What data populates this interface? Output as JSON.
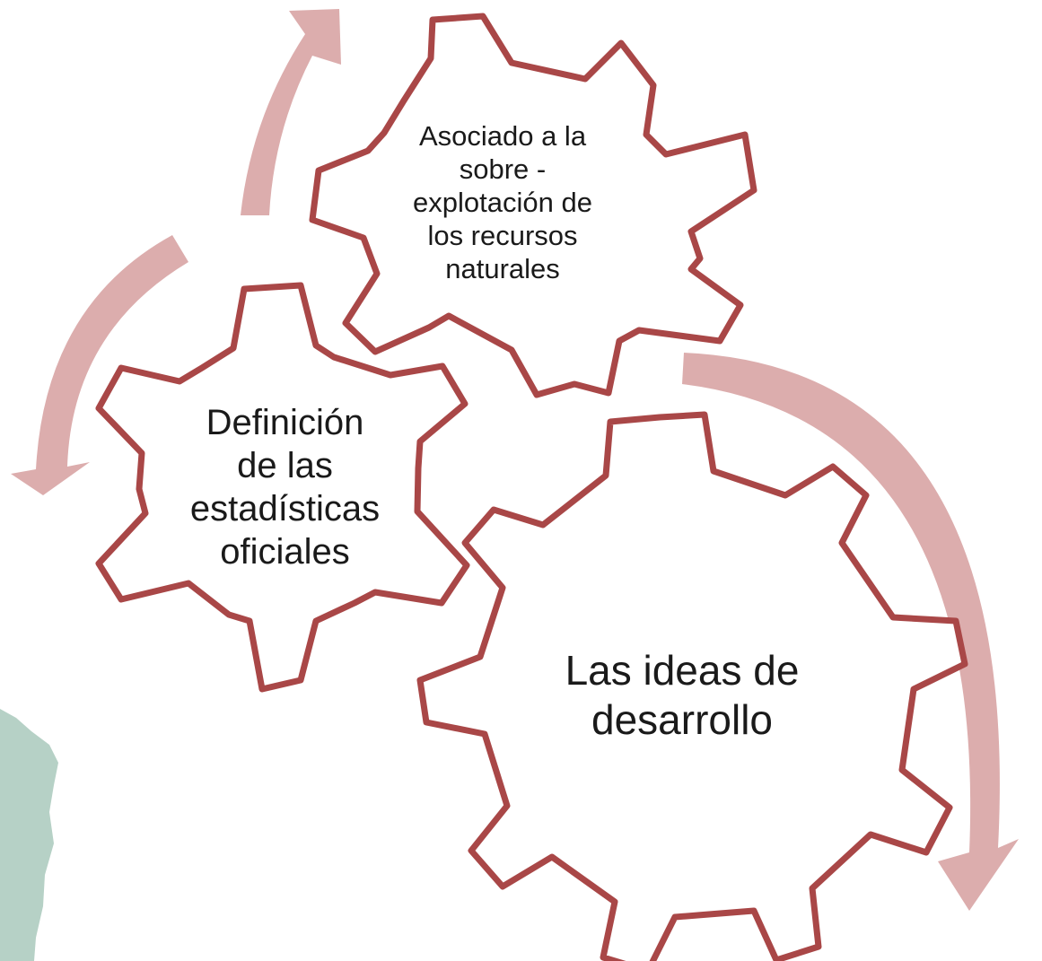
{
  "colors": {
    "gear_stroke": "#a94747",
    "gear_fill": "#ffffff",
    "arrow_fill": "#dcadad",
    "land_fill": "#b6d1c6"
  },
  "gears": [
    {
      "id": "top",
      "label": "Asociado a la\nsobre -\nexplotación de\nlos recursos\nnaturales"
    },
    {
      "id": "left",
      "label": "Definición\nde las\nestadísticas\noficiales"
    },
    {
      "id": "big",
      "label": "Las ideas de\ndesarrollo"
    }
  ],
  "arrows": [
    {
      "id": "arrow-top",
      "direction": "up"
    },
    {
      "id": "arrow-left",
      "direction": "down"
    },
    {
      "id": "arrow-right",
      "direction": "down"
    }
  ]
}
